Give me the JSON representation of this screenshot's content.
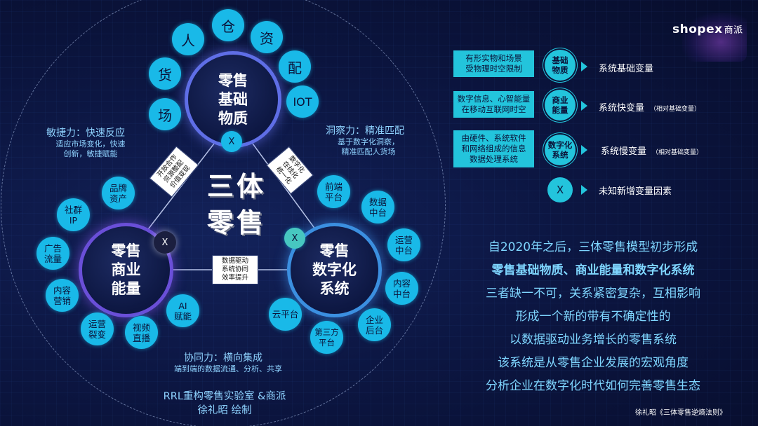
{
  "colors": {
    "accent": "#19b9e8",
    "background": "#0b1238",
    "text_blue": "#8fd3ff"
  },
  "logo": {
    "brand": "shopex",
    "cn": "商派"
  },
  "hubs": {
    "top": "零售\n基础\n物质",
    "left": "零售\n商业\n能量",
    "right": "零售\n数字化\n系统"
  },
  "x_marker": "X",
  "top_satellites": [
    "人",
    "仓",
    "资",
    "配",
    "IOT",
    "货",
    "场"
  ],
  "left_satellites": [
    "品牌\n资产",
    "社群\nIP",
    "广告\n流量",
    "内容\n营销",
    "运营\n裂变",
    "视频\n直播",
    "AI\n赋能"
  ],
  "right_satellites": [
    "前端\n平台",
    "数据\n中台",
    "运营\n中台",
    "内容\n中台",
    "企业\n后台",
    "第三方\n平台",
    "云平台"
  ],
  "center_title": "三体\n零售",
  "tags": {
    "left": "开放合作\n资源整配\n价值变现",
    "right": "数字化\n在线化\n统一化",
    "middle": "数据驱动\n系统协同\n效率提升"
  },
  "captions": {
    "agility_title": "敏捷力：快速反应",
    "agility_sub": "适应市场变化，快速\n创新，敏捷赋能",
    "insight_title": "洞察力：精准匹配",
    "insight_sub": "基于数字化洞察，\n精准匹配人货场",
    "synergy_title": "协同力：横向集成",
    "synergy_sub": "端到端的数据流通、分析、共享"
  },
  "credit": "RRL重构零售实验室 &商派\n徐礼昭 绘制",
  "legend": [
    {
      "box": "有形实物和场景\n受物理时空限制",
      "circle": "基础\n物质",
      "label": "系统基础变量",
      "note": ""
    },
    {
      "box": "数字信息、心智能量\n在移动互联网时空",
      "circle": "商业\n能量",
      "label": "系统快变量",
      "note": "（相对基础变量）"
    },
    {
      "box": "由硬件、系统软件\n和网络组成的信息\n数据处理系统",
      "circle": "数字化\n系统",
      "label": "系统慢变量",
      "note": "（相对基础变量）"
    },
    {
      "box": "",
      "circle": "X",
      "label": "未知新增变量因素",
      "note": ""
    }
  ],
  "description": [
    "自2020年之后，三体零售模型初步形成",
    "零售基础物质、商业能量和数字化系统",
    "三者缺一不可，关系紧密复杂，互相影响",
    "形成一个新的带有不确定性的",
    "以数据驱动业务增长的零售系统",
    "该系统是从零售企业发展的宏观角度",
    "分析企业在数字化时代如何完善零售生态"
  ],
  "footer": "徐礼昭《三体零售逆熵法则》"
}
